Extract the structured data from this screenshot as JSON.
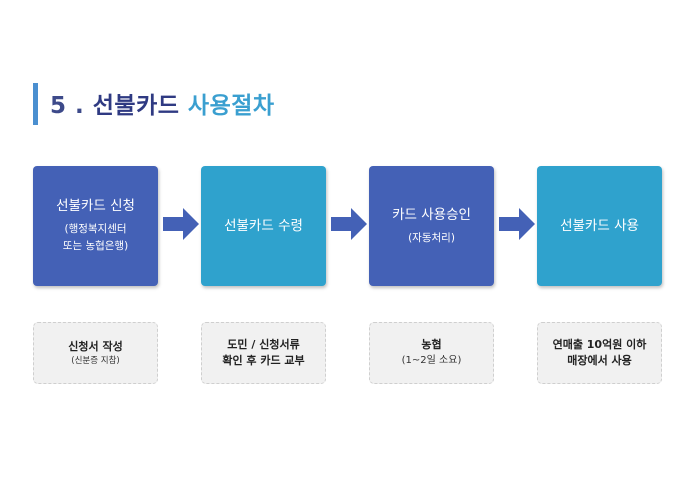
{
  "title": {
    "number": "5 .",
    "part1": "선불카드",
    "part2": "사용절차"
  },
  "steps": [
    {
      "label": "선불카드 신청",
      "sub": [
        "(행정복지센터",
        "또는 농협은행)"
      ]
    },
    {
      "label": "선불카드 수령",
      "sub": []
    },
    {
      "label": "카드 사용승인",
      "sub": [
        "(자동처리)"
      ]
    },
    {
      "label": "선불카드 사용",
      "sub": []
    }
  ],
  "notes": [
    {
      "line1": "신청서 작성",
      "line2": "(신분증 지참)"
    },
    {
      "line1": "도민 / 신청서류",
      "line2": "확인 후 카드 교부"
    },
    {
      "line1": "농협",
      "line2": "(1~2일 소요)"
    },
    {
      "line1": "연매출 10억원 이하",
      "line2": "매장에서 사용"
    }
  ],
  "colors": {
    "step_dark": "#4461b6",
    "step_light": "#2fa2cd",
    "arrow": "#4461b6",
    "accent": "#4a8fd0"
  },
  "icons": {
    "arrow": "right-arrow-icon"
  }
}
